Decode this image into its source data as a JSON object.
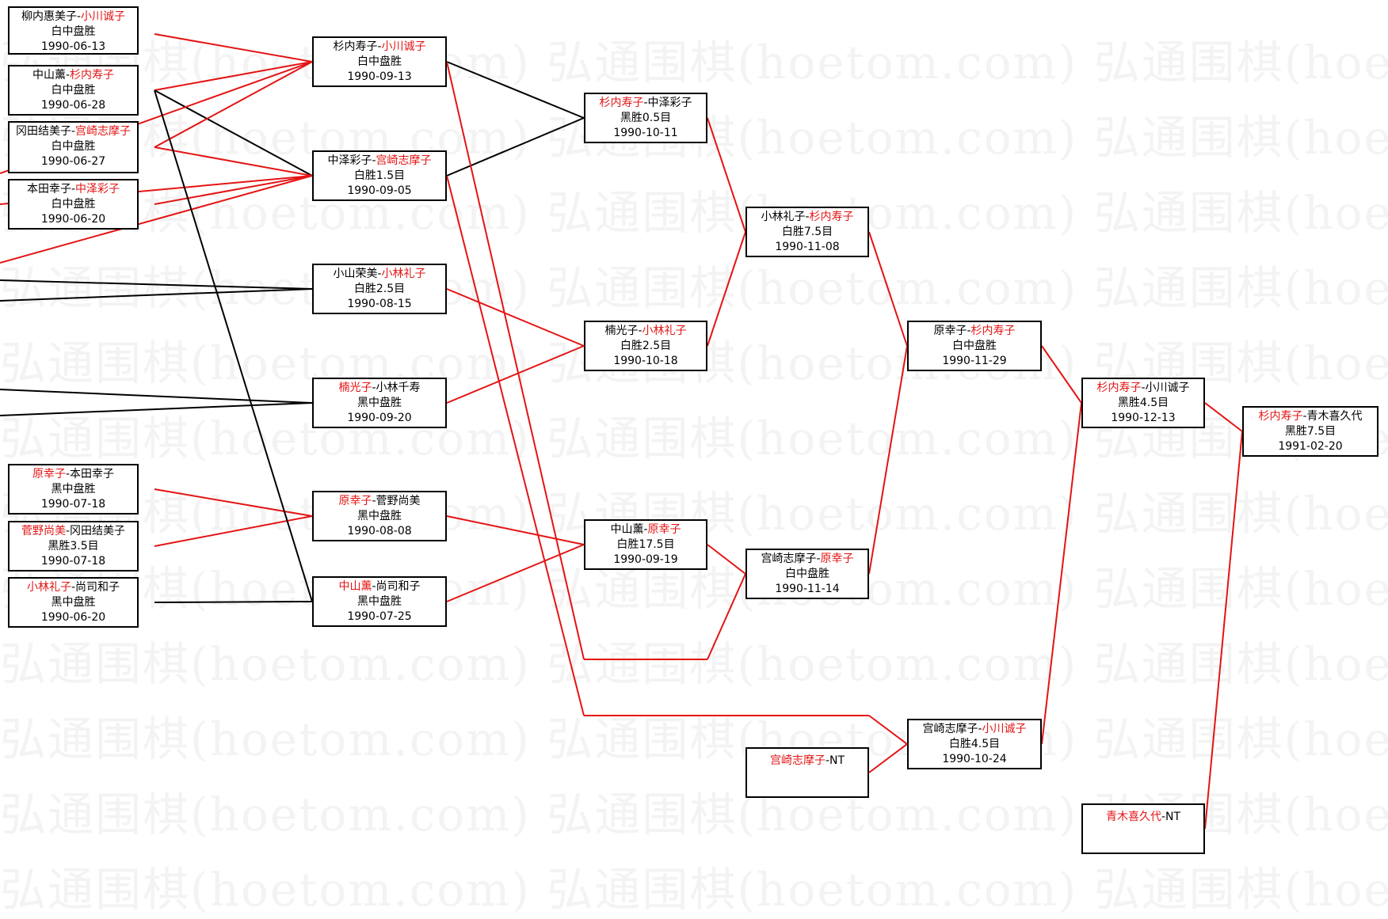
{
  "colors": {
    "winner": "#e41414",
    "loser_line": "#000000",
    "winner_line": "#e41414",
    "watermark": "#f3f3f3"
  },
  "watermark": {
    "text": "弘通围棋(hoetom.com) 弘通围棋(hoetom.com) 弘通围棋(hoetom.com)"
  },
  "matches": [
    {
      "id": "r1_1",
      "p1": "柳内惠美子",
      "p2": "小川诚子",
      "winner": 2,
      "result": "白中盘胜",
      "date": "1990-06-13"
    },
    {
      "id": "r1_2",
      "p1": "中山薰",
      "p2": "杉内寿子",
      "winner": 2,
      "result": "白中盘胜",
      "date": "1990-06-28"
    },
    {
      "id": "r1_3",
      "p1": "冈田结美子",
      "p2": "宫崎志摩子",
      "winner": 2,
      "result": "白中盘胜",
      "date": "1990-06-27"
    },
    {
      "id": "r1_4",
      "p1": "本田幸子",
      "p2": "中泽彩子",
      "winner": 2,
      "result": "白中盘胜",
      "date": "1990-06-20"
    },
    {
      "id": "r1_5",
      "p1": "原幸子",
      "p2": "本田幸子",
      "winner": 1,
      "result": "黑中盘胜",
      "date": "1990-07-18"
    },
    {
      "id": "r1_6",
      "p1": "菅野尚美",
      "p2": "冈田结美子",
      "winner": 1,
      "result": "黑胜3.5目",
      "date": "1990-07-18"
    },
    {
      "id": "r1_7",
      "p1": "小林礼子",
      "p2": "尚司和子",
      "winner": 1,
      "result": "黑中盘胜",
      "date": "1990-06-20"
    },
    {
      "id": "r2_1",
      "p1": "杉内寿子",
      "p2": "小川诚子",
      "winner": 2,
      "result": "白中盘胜",
      "date": "1990-09-13"
    },
    {
      "id": "r2_2",
      "p1": "中泽彩子",
      "p2": "宫崎志摩子",
      "winner": 2,
      "result": "白胜1.5目",
      "date": "1990-09-05"
    },
    {
      "id": "r2_3",
      "p1": "小山荣美",
      "p2": "小林礼子",
      "winner": 2,
      "result": "白胜2.5目",
      "date": "1990-08-15"
    },
    {
      "id": "r2_4",
      "p1": "楠光子",
      "p2": "小林千寿",
      "winner": 1,
      "result": "黑中盘胜",
      "date": "1990-09-20"
    },
    {
      "id": "r2_5",
      "p1": "原幸子",
      "p2": "菅野尚美",
      "winner": 1,
      "result": "黑中盘胜",
      "date": "1990-08-08"
    },
    {
      "id": "r2_6",
      "p1": "中山薰",
      "p2": "尚司和子",
      "winner": 1,
      "result": "黑中盘胜",
      "date": "1990-07-25"
    },
    {
      "id": "r3_1",
      "p1": "杉内寿子",
      "p2": "中泽彩子",
      "winner": 1,
      "result": "黑胜0.5目",
      "date": "1990-10-11"
    },
    {
      "id": "r3_2",
      "p1": "楠光子",
      "p2": "小林礼子",
      "winner": 2,
      "result": "白胜2.5目",
      "date": "1990-10-18"
    },
    {
      "id": "r3_3",
      "p1": "中山薰",
      "p2": "原幸子",
      "winner": 2,
      "result": "白胜17.5目",
      "date": "1990-09-19"
    },
    {
      "id": "r4_1",
      "p1": "小林礼子",
      "p2": "杉内寿子",
      "winner": 2,
      "result": "白胜7.5目",
      "date": "1990-11-08"
    },
    {
      "id": "r4_2",
      "p1": "宫崎志摩子",
      "p2": "原幸子",
      "winner": 2,
      "result": "白中盘胜",
      "date": "1990-11-14"
    },
    {
      "id": "r4_3",
      "p1": "宫崎志摩子",
      "p2": "NT",
      "winner": 1,
      "result": "",
      "date": ""
    },
    {
      "id": "r5_1",
      "p1": "原幸子",
      "p2": "杉内寿子",
      "winner": 2,
      "result": "白中盘胜",
      "date": "1990-11-29"
    },
    {
      "id": "r5_2",
      "p1": "宫崎志摩子",
      "p2": "小川诚子",
      "winner": 2,
      "result": "白胜4.5目",
      "date": "1990-10-24"
    },
    {
      "id": "r6_1",
      "p1": "杉内寿子",
      "p2": "小川诚子",
      "winner": 1,
      "result": "黑胜4.5目",
      "date": "1990-12-13"
    },
    {
      "id": "r6_2",
      "p1": "青木喜久代",
      "p2": "NT",
      "winner": 1,
      "result": "",
      "date": ""
    },
    {
      "id": "final",
      "p1": "杉内寿子",
      "p2": "青木喜久代",
      "winner": 1,
      "result": "黑胜7.5目",
      "date": "1991-02-20"
    }
  ]
}
